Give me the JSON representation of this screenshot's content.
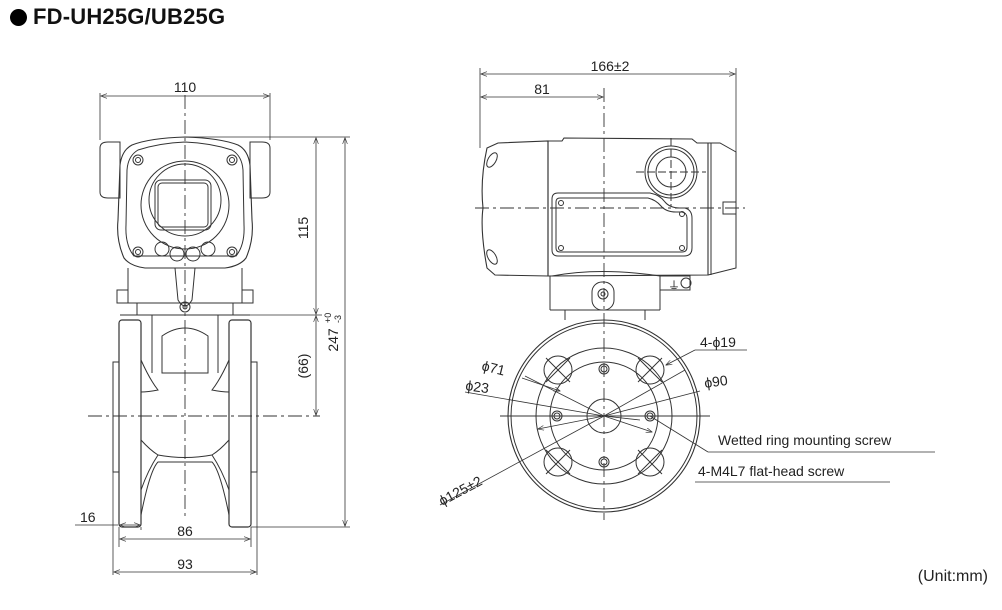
{
  "title": {
    "bullet_icon": "filled-circle",
    "text": "FD-UH25G/UB25G"
  },
  "front_view": {
    "dim_width_top": "110",
    "dim_head_height": "115",
    "dim_center_offset": "(66)",
    "dim_total_height_base": "247",
    "dim_total_height_tol_upper": "+0",
    "dim_total_height_tol_lower": "-3",
    "dim_flange_thickness": "16",
    "dim_face_to_face": "86",
    "dim_overall_width": "93"
  },
  "side_view": {
    "dim_total_length": "166±2",
    "dim_center_offset": "81",
    "dim_bolt_holes": "4-ϕ19",
    "dim_pcd": "ϕ90",
    "dim_inner_ring": "ϕ71",
    "dim_bore": "ϕ23",
    "dim_flange_od": "ϕ125±2",
    "label_wetted_ring": "Wetted ring mounting screw",
    "label_screw": "4-M4L7 flat-head screw",
    "ground_icon": "ground-symbol"
  },
  "unit_note": "(Unit:mm)",
  "colors": {
    "line": "#222222",
    "background": "#ffffff"
  }
}
